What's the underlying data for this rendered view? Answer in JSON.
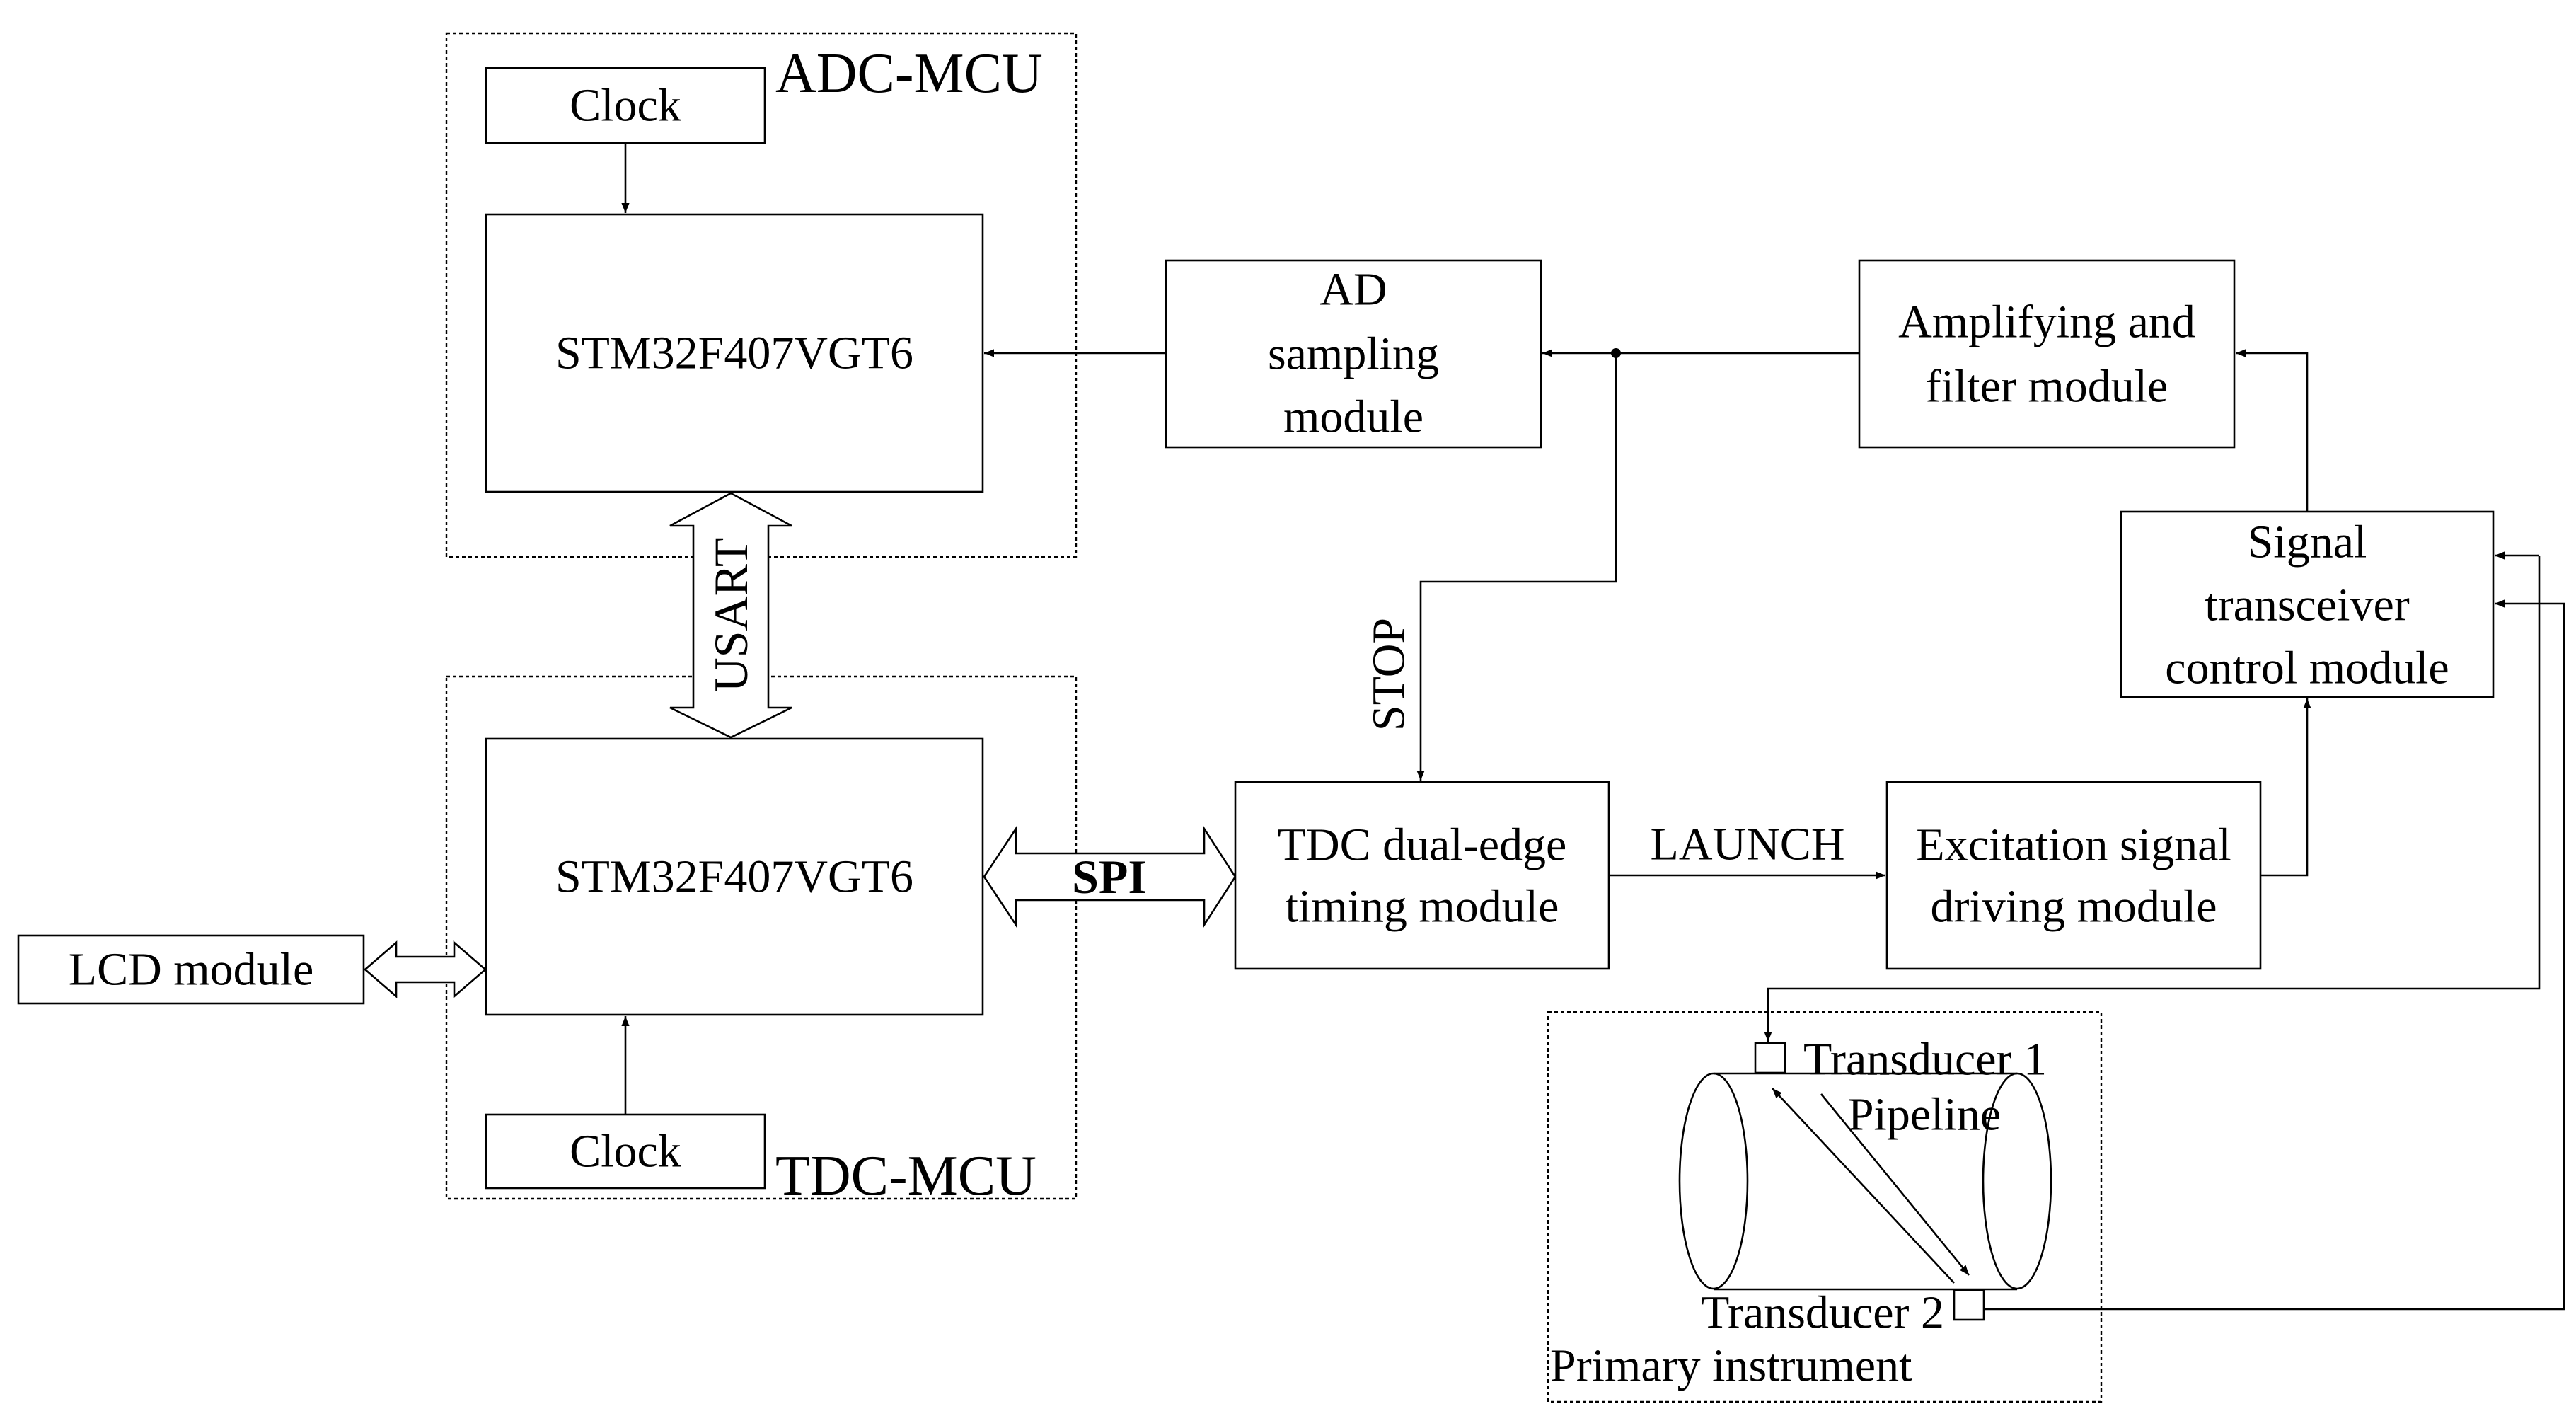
{
  "adc_mcu": {
    "title": "ADC-MCU",
    "clock": "Clock",
    "mcu": "STM32F407VGT6"
  },
  "tdc_mcu": {
    "title": "TDC-MCU",
    "clock": "Clock",
    "mcu": "STM32F407VGT6"
  },
  "buses": {
    "usart": "USART",
    "spi": "SPI"
  },
  "modules": {
    "ad_sampling": [
      "AD",
      "sampling",
      "module"
    ],
    "amplifying": [
      "Amplifying and",
      "filter module"
    ],
    "transceiver": [
      "Signal",
      "transceiver",
      "control module"
    ],
    "tdc_timing": [
      "TDC dual-edge",
      "timing module"
    ],
    "excitation": [
      "Excitation signal",
      "driving module"
    ],
    "lcd": "LCD module"
  },
  "signals": {
    "stop": "STOP",
    "launch": "LAUNCH"
  },
  "primary": {
    "transducer1": "Transducer 1",
    "pipeline": "Pipeline",
    "transducer2": "Transducer 2",
    "label": "Primary instrument"
  }
}
